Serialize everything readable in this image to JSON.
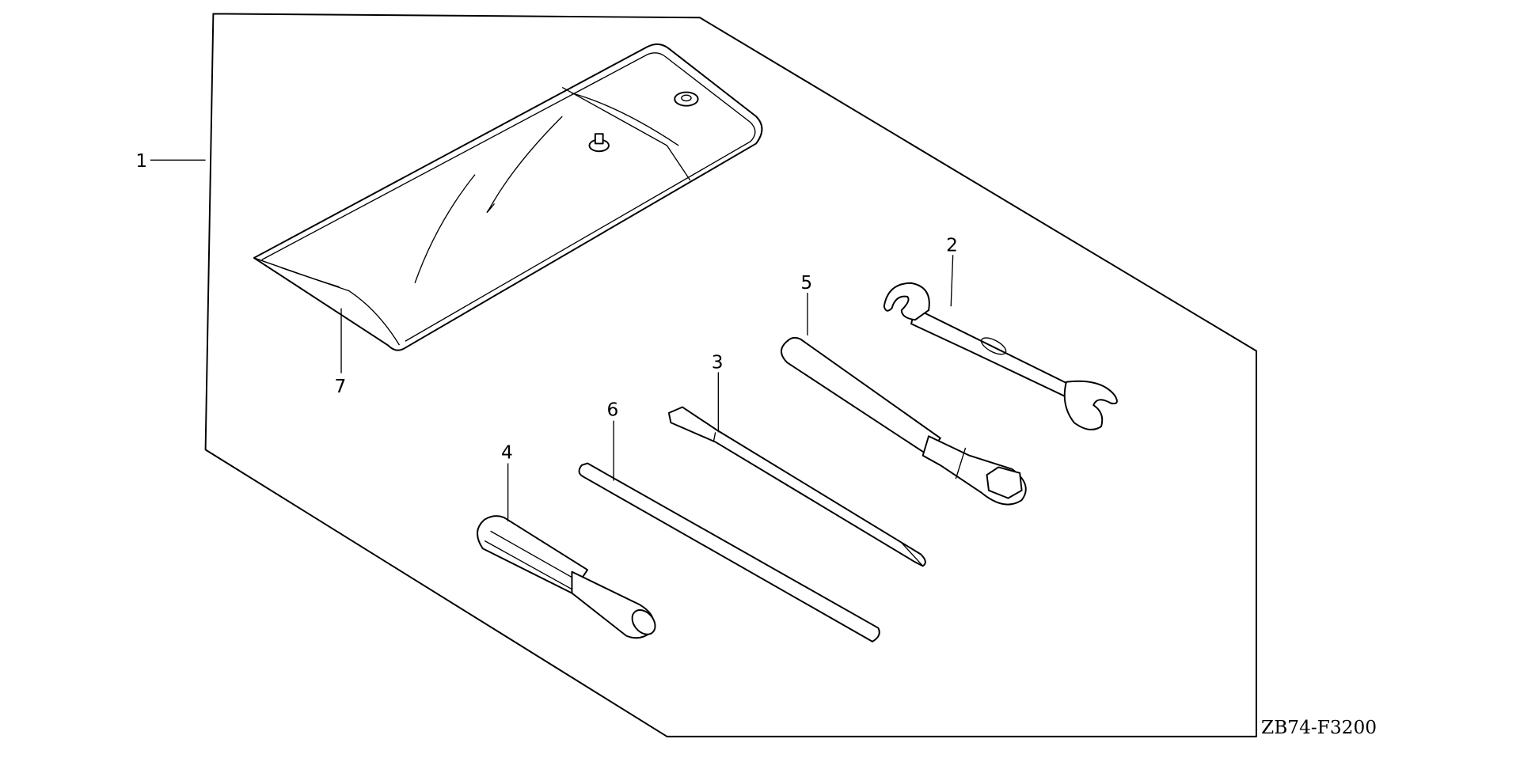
{
  "diagram": {
    "code": "ZB74-F3200",
    "callouts": [
      {
        "num": "1",
        "part": "tool-kit-assembly"
      },
      {
        "num": "2",
        "part": "open-end-wrench"
      },
      {
        "num": "3",
        "part": "screwdriver-blade"
      },
      {
        "num": "4",
        "part": "screwdriver-handle"
      },
      {
        "num": "5",
        "part": "plug-wrench"
      },
      {
        "num": "6",
        "part": "bar"
      },
      {
        "num": "7",
        "part": "tool-bag"
      }
    ]
  }
}
